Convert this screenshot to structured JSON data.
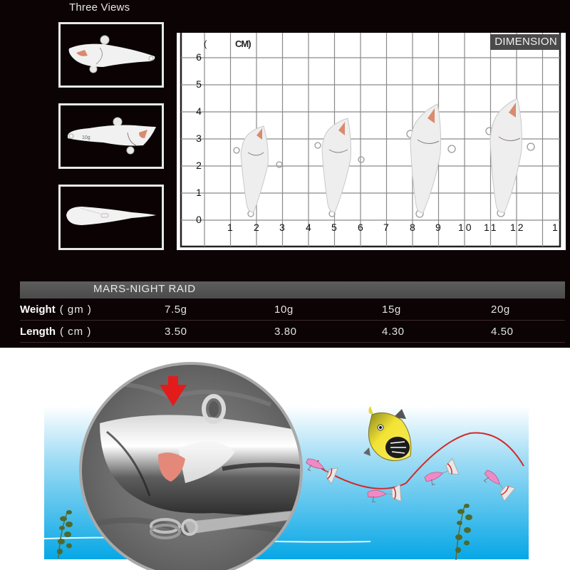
{
  "three_views": {
    "label": "Three Views",
    "thumbnails": [
      {
        "name": "side-view",
        "marking": ""
      },
      {
        "name": "side-view-flipped",
        "marking": "10g"
      },
      {
        "name": "top-view",
        "marking": ""
      }
    ]
  },
  "dimension_chart": {
    "tag": "DIMENSION",
    "unit_label": "CM)",
    "unit_paren": "(",
    "y_ticks": [
      "6",
      "5",
      "4",
      "3",
      "2",
      "1",
      "0"
    ],
    "x_ticks": [
      "1",
      "2",
      "3",
      "4",
      "5",
      "6",
      "7",
      "8",
      "9",
      "10",
      "11",
      "12",
      "1"
    ],
    "lure_count": 4
  },
  "spec_table": {
    "title": "MARS-NIGHT RAID",
    "rows": [
      {
        "label": "Weight",
        "unit": "( gm )",
        "values": [
          "7.5g",
          "10g",
          "15g",
          "20g"
        ]
      },
      {
        "label": "Length",
        "unit": "( cm )",
        "values": [
          "3.50",
          "3.80",
          "4.30",
          "4.50"
        ]
      }
    ]
  },
  "illustration": {
    "arrow_color": "#e31b1b",
    "water_top": "#ffffff",
    "water_bottom": "#06a7e6",
    "fish_color": "#f3e335",
    "path_color": "#d5282a",
    "lure_color": "#f08ac4"
  }
}
